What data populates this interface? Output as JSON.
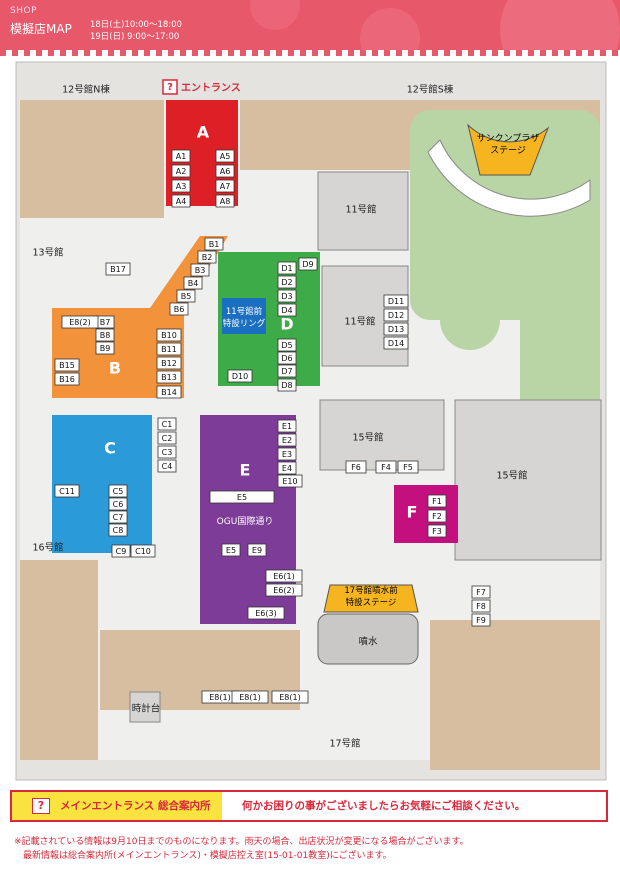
{
  "header": {
    "section": "SHOP",
    "title": "模擬店MAP",
    "schedule_1": "18日(土)10:00～18:00",
    "schedule_2": "19日(日)  9:00～17:00"
  },
  "entrance_label": "エントランス",
  "buildings": {
    "b12n": "12号館N棟",
    "b12s": "12号館S棟",
    "b13": "13号館",
    "b11": "11号館",
    "b11b": "11号館",
    "b15a": "15号館",
    "b15b": "15号館",
    "b16": "16号館",
    "b17": "17号館",
    "clock": "時計台",
    "fountain": "噴水"
  },
  "stages": {
    "sunken_1": "サンクンプラザ",
    "sunken_2": "ステージ",
    "ring_1": "11号館前",
    "ring_2": "特設リング",
    "fountain_1": "17号館噴水前",
    "fountain_2": "特設ステージ",
    "street": "OGU国際通り"
  },
  "areas": {
    "A": "A",
    "B": "B",
    "C": "C",
    "D": "D",
    "E": "E",
    "F": "F"
  },
  "colors": {
    "A": "#dd1f26",
    "B": "#f2923a",
    "C": "#2a9ad8",
    "D": "#3dab47",
    "E": "#7d3c98",
    "F": "#c4107f",
    "ring": "#1b6fc0",
    "stage": "#f6b51e"
  },
  "booths": {
    "A1": "A1",
    "A2": "A2",
    "A3": "A3",
    "A4": "A4",
    "A5": "A5",
    "A6": "A6",
    "A7": "A7",
    "A8": "A8",
    "B1": "B1",
    "B2": "B2",
    "B3": "B3",
    "B4": "B4",
    "B5": "B5",
    "B6": "B6",
    "B7": "B7",
    "B8": "B8",
    "B9": "B9",
    "B10": "B10",
    "B11": "B11",
    "B12": "B12",
    "B13": "B13",
    "B14": "B14",
    "B15": "B15",
    "B16": "B16",
    "B17": "B17",
    "C1": "C1",
    "C2": "C2",
    "C3": "C3",
    "C4": "C4",
    "C5": "C5",
    "C6": "C6",
    "C7": "C7",
    "C8": "C8",
    "C9": "C9",
    "C10": "C10",
    "C11": "C11",
    "D1": "D1",
    "D2": "D2",
    "D3": "D3",
    "D4": "D4",
    "D5": "D5",
    "D6": "D6",
    "D7": "D7",
    "D8": "D8",
    "D9": "D9",
    "D10": "D10",
    "D11": "D11",
    "D12": "D12",
    "D13": "D13",
    "D14": "D14",
    "E1": "E1",
    "E2": "E2",
    "E3": "E3",
    "E4": "E4",
    "E10": "E10",
    "E5a": "E5",
    "E5b": "E5",
    "E9": "E9",
    "E6_1": "E6(1)",
    "E6_2": "E6(2)",
    "E6_3": "E6(3)",
    "E8_2": "E8(2)",
    "E8_1a": "E8(1)",
    "E8_1b": "E8(1)",
    "E8_1c": "E8(1)",
    "F1": "F1",
    "F2": "F2",
    "F3": "F3",
    "F4": "F4",
    "F5": "F5",
    "F6": "F6",
    "F7": "F7",
    "F8": "F8",
    "F9": "F9"
  },
  "footer": {
    "q": "?",
    "main_label": "メインエントランス 総合案内所",
    "message": "何かお困りの事がございましたらお気軽にご相談ください。"
  },
  "notes": {
    "line1": "※記載されている情報は9月10日までのものになります。雨天の場合、出店状況が変更になる場合がございます。",
    "line2": "　最新情報は総合案内所(メインエントランス)・模擬店控え室(15-01-01教室)にございます。"
  }
}
